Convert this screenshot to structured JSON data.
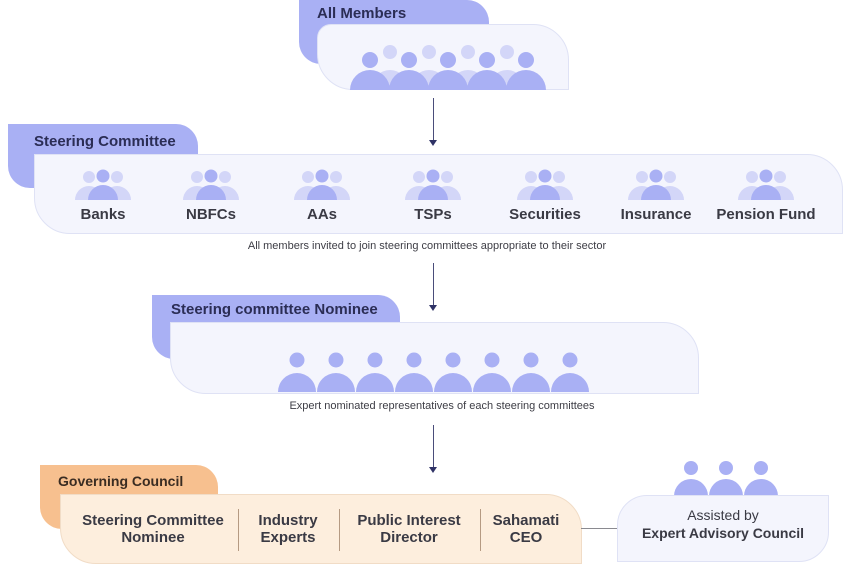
{
  "diagram": {
    "all_members": {
      "title": "All Members",
      "icon": "group-of-members-icon"
    },
    "steering_committee": {
      "title": "Steering Committee",
      "sectors": [
        {
          "label": "Banks",
          "icon": "group-icon"
        },
        {
          "label": "NBFCs",
          "icon": "group-icon"
        },
        {
          "label": "AAs",
          "icon": "group-icon"
        },
        {
          "label": "TSPs",
          "icon": "group-icon"
        },
        {
          "label": "Securities",
          "icon": "group-icon"
        },
        {
          "label": "Insurance",
          "icon": "group-icon"
        },
        {
          "label": "Pension Fund",
          "icon": "group-icon"
        }
      ],
      "caption": "All members invited to join steering committees appropriate to their sector"
    },
    "steering_committee_nominee": {
      "title": "Steering committee Nominee",
      "person_count": 8,
      "caption": "Expert nominated representatives of each steering committees"
    },
    "governing_council": {
      "title": "Governing Council",
      "members": [
        "Steering Committee\nNominee",
        "Industry\nExperts",
        "Public Interest\nDirector",
        "Sahamati\nCEO"
      ]
    },
    "expert_advisory": {
      "line1": "Assisted by",
      "line2": "Expert Advisory Council",
      "person_count": 3
    },
    "colors": {
      "tab_blue": "#a9b0f4",
      "card_blue": "#f4f5fd",
      "person_dark": "#a9b0f4",
      "person_light": "#d3d6f8",
      "tab_orange": "#f7c08f",
      "card_orange": "#fdeedd",
      "arrow": "#2f3266"
    }
  }
}
